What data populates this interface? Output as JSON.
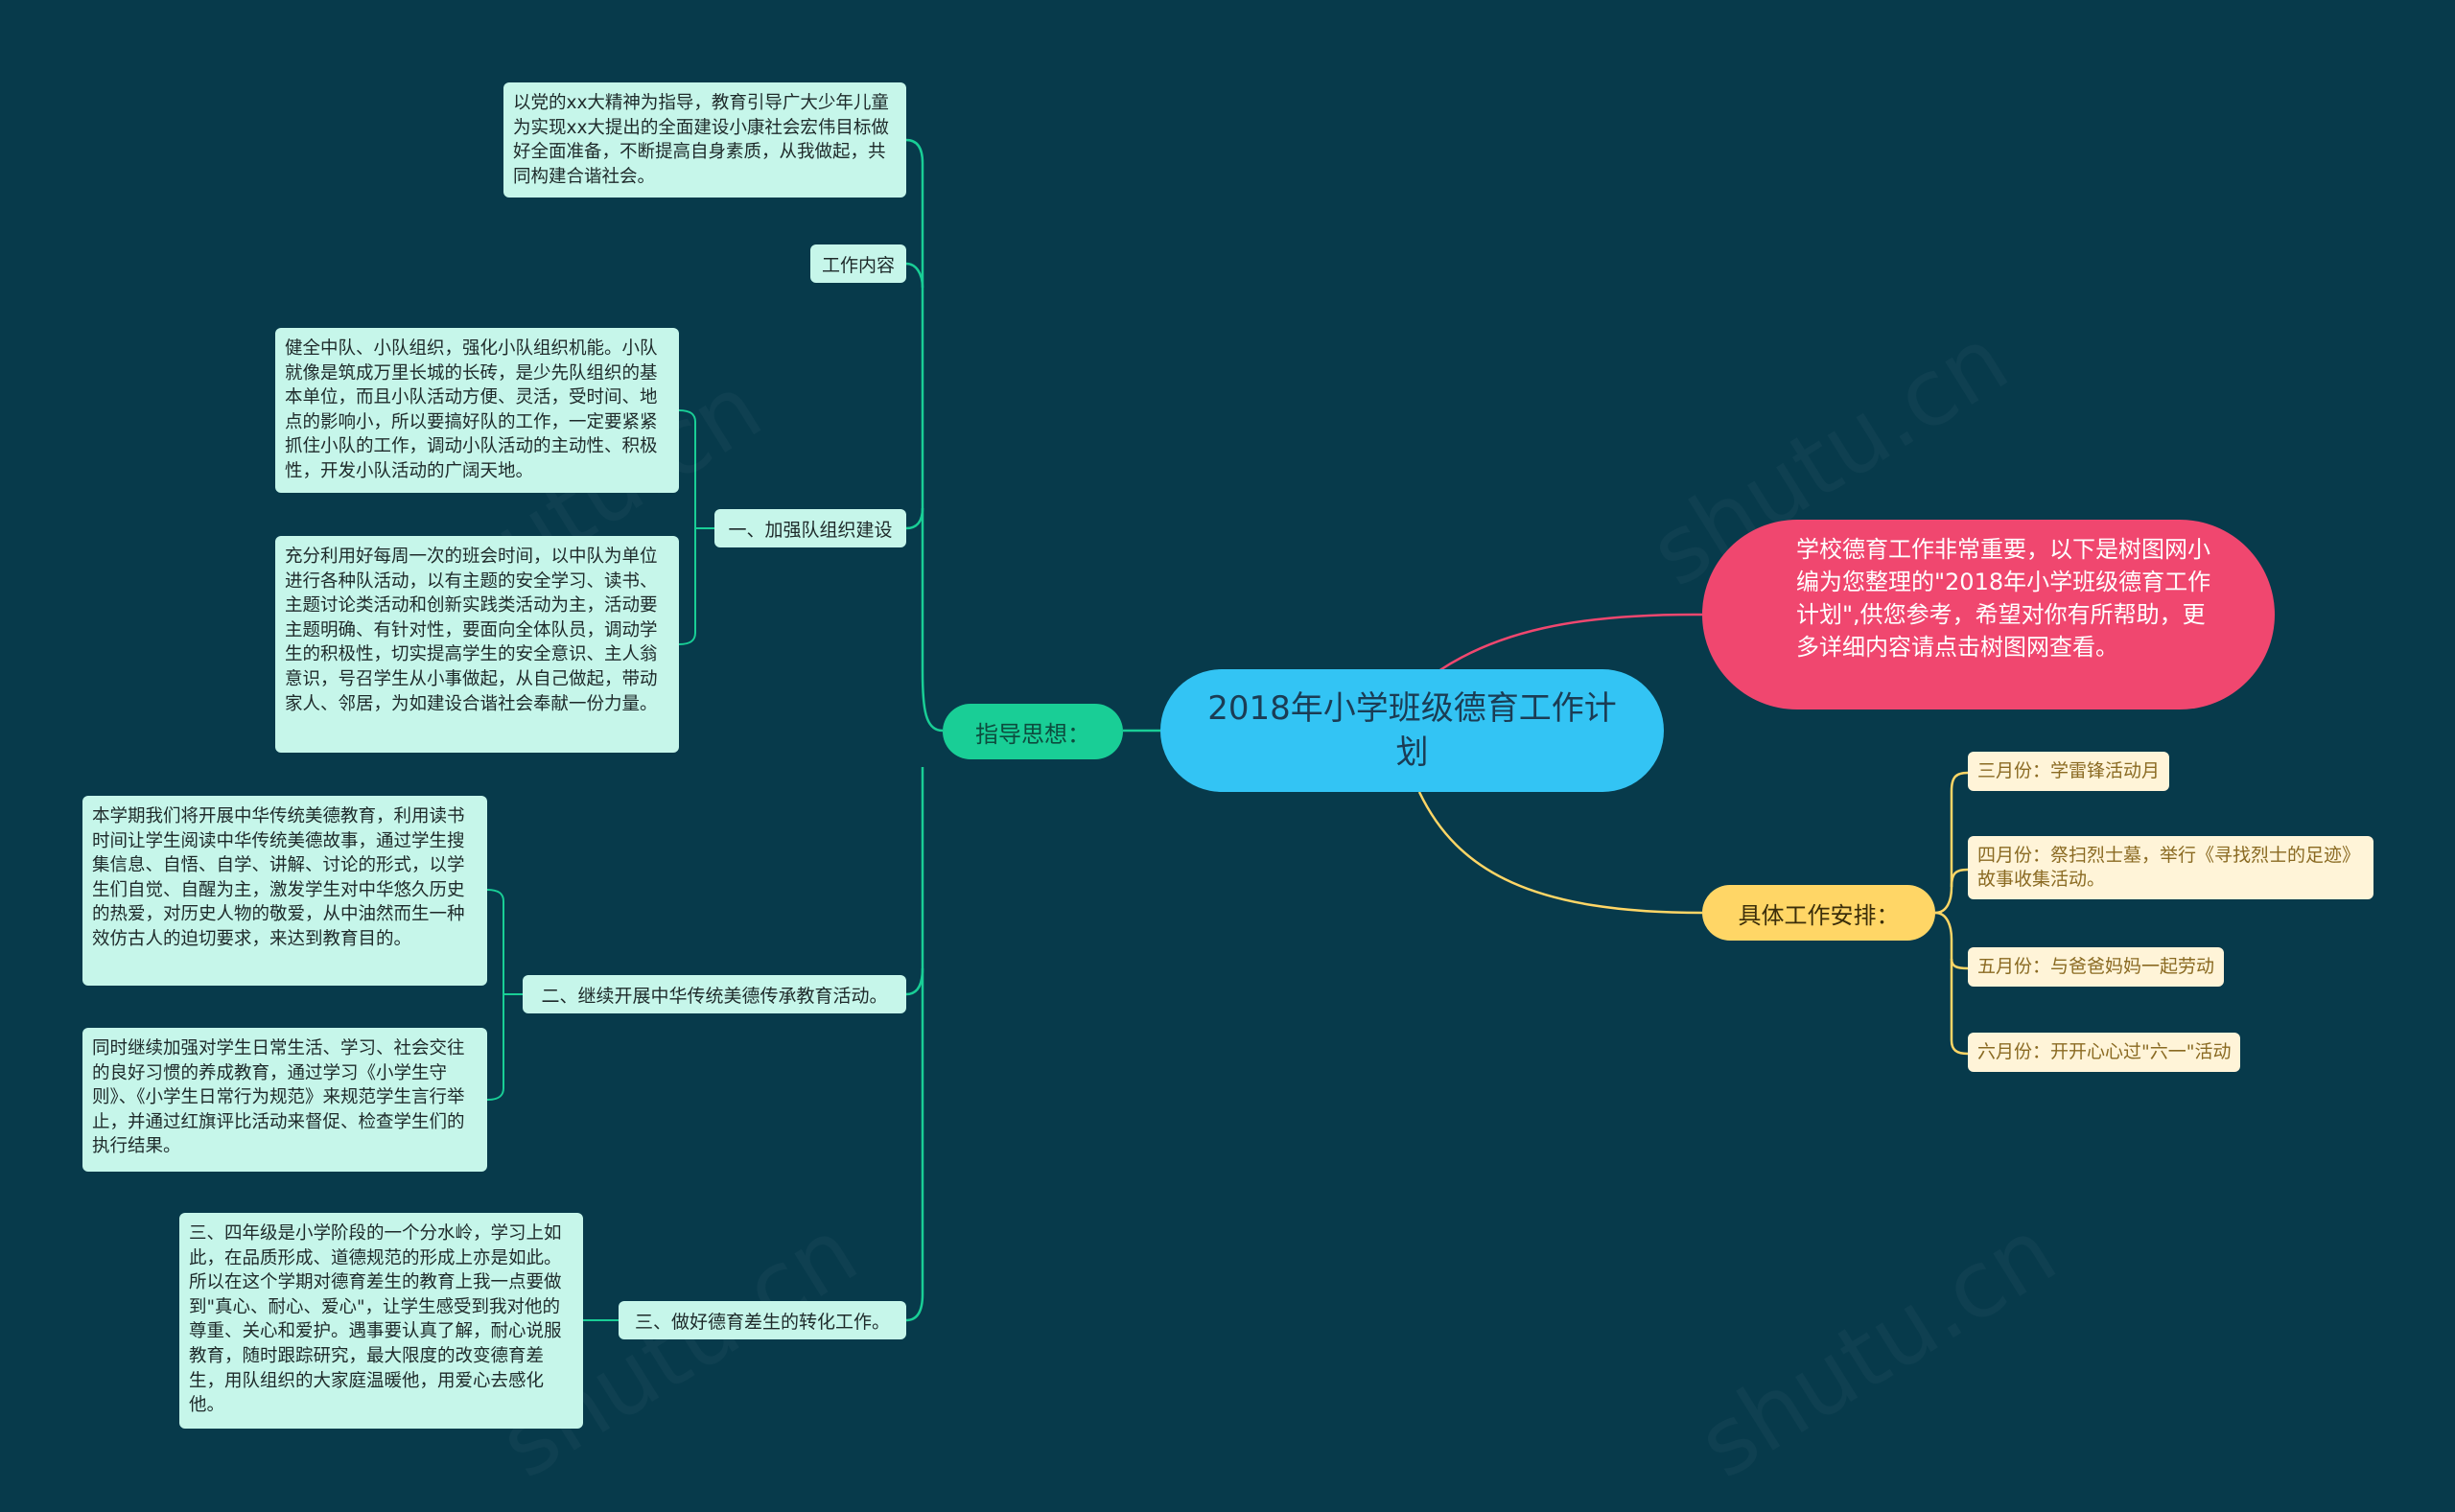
{
  "center": {
    "title": "2018年小学班级德育工作计划"
  },
  "intro": {
    "text": "学校德育工作非常重要，以下是树图网小编为您整理的\"2018年小学班级德育工作计划\",供您参考，希望对你有所帮助，更多详细内容请点击树图网查看。"
  },
  "guide": {
    "label": "指导思想：",
    "text": "以党的xx大精神为指导，教育引导广大少年儿童为实现xx大提出的全面建设小康社会宏伟目标做好全面准备，不断提高自身素质，从我做起，共同构建合谐社会。",
    "work_content": "工作内容",
    "sections": [
      {
        "label": "一、加强队组织建设",
        "items": [
          "健全中队、小队组织，强化小队组织机能。小队就像是筑成万里长城的长砖，是少先队组织的基本单位，而且小队活动方便、灵活，受时间、地点的影响小，所以要搞好队的工作，一定要紧紧抓住小队的工作，调动小队活动的主动性、积极性，开发小队活动的广阔天地。",
          "充分利用好每周一次的班会时间，以中队为单位进行各种队活动，以有主题的安全学习、读书、主题讨论类活动和创新实践类活动为主，活动要主题明确、有针对性，要面向全体队员，调动学生的积极性，切实提高学生的安全意识、主人翁意识，号召学生从小事做起，从自己做起，带动家人、邻居，为如建设合谐社会奉献一份力量。"
        ]
      },
      {
        "label": "二、继续开展中华传统美德传承教育活动。",
        "items": [
          "本学期我们将开展中华传统美德教育，利用读书时间让学生阅读中华传统美德故事，通过学生搜集信息、自悟、自学、讲解、讨论的形式，以学生们自觉、自醒为主，激发学生对中华悠久历史的热爱，对历史人物的敬爱，从中油然而生一种效仿古人的迫切要求，来达到教育目的。",
          "同时继续加强对学生日常生活、学习、社会交往的良好习惯的养成教育，通过学习《小学生守则》、《小学生日常行为规范》来规范学生言行举止，并通过红旗评比活动来督促、检查学生们的执行结果。"
        ]
      },
      {
        "label": "三、做好德育差生的转化工作。",
        "items": [
          "三、四年级是小学阶段的一个分水岭，学习上如此，在品质形成、道德规范的形成上亦是如此。所以在这个学期对德育差生的教育上我一点要做到\"真心、耐心、爱心\"，让学生感受到我对他的尊重、关心和爱护。遇事要认真了解，耐心说服教育，随时跟踪研究，最大限度的改变德育差生，用队组织的大家庭温暖他，用爱心去感化他。"
        ]
      }
    ]
  },
  "plan": {
    "label": "具体工作安排：",
    "months": [
      "三月份：学雷锋活动月",
      "四月份：祭扫烈士墓，举行《寻找烈士的足迹》故事收集活动。",
      "五月份：与爸爸妈妈一起劳动",
      "六月份：开开心心过\"六一\"活动"
    ]
  },
  "colors": {
    "background": "#073a4b",
    "center": "#33c4f4",
    "intro": "#f0476f",
    "guide": "#19ce96",
    "plan": "#ffd666",
    "leaf": "#c6f6ea",
    "month": "#fff4d8"
  }
}
